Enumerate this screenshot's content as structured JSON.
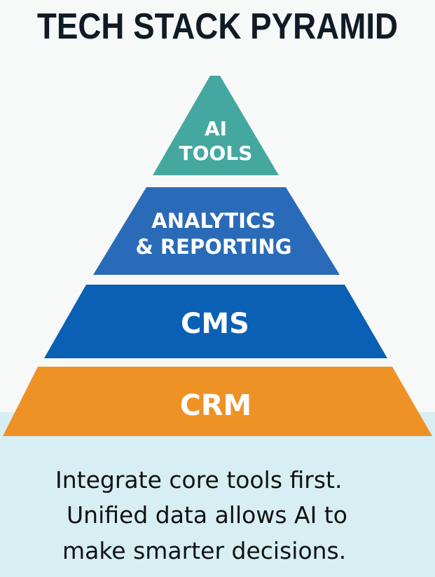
{
  "title": "TECH STACK PYRAMID",
  "layers": [
    {
      "lines": [
        "AI",
        "TOOLS"
      ],
      "color": "#44a8a0"
    },
    {
      "lines": [
        "ANALYTICS",
        "& REPORTING"
      ],
      "color": "#2a6bb9"
    },
    {
      "lines": [
        "CMS"
      ],
      "color": "#0a60b4"
    },
    {
      "lines": [
        "CRM"
      ],
      "color": "#ef9226"
    }
  ],
  "caption": [
    "Integrate core tools first.",
    "Unified data allows AI to",
    "make smarter decisions."
  ]
}
